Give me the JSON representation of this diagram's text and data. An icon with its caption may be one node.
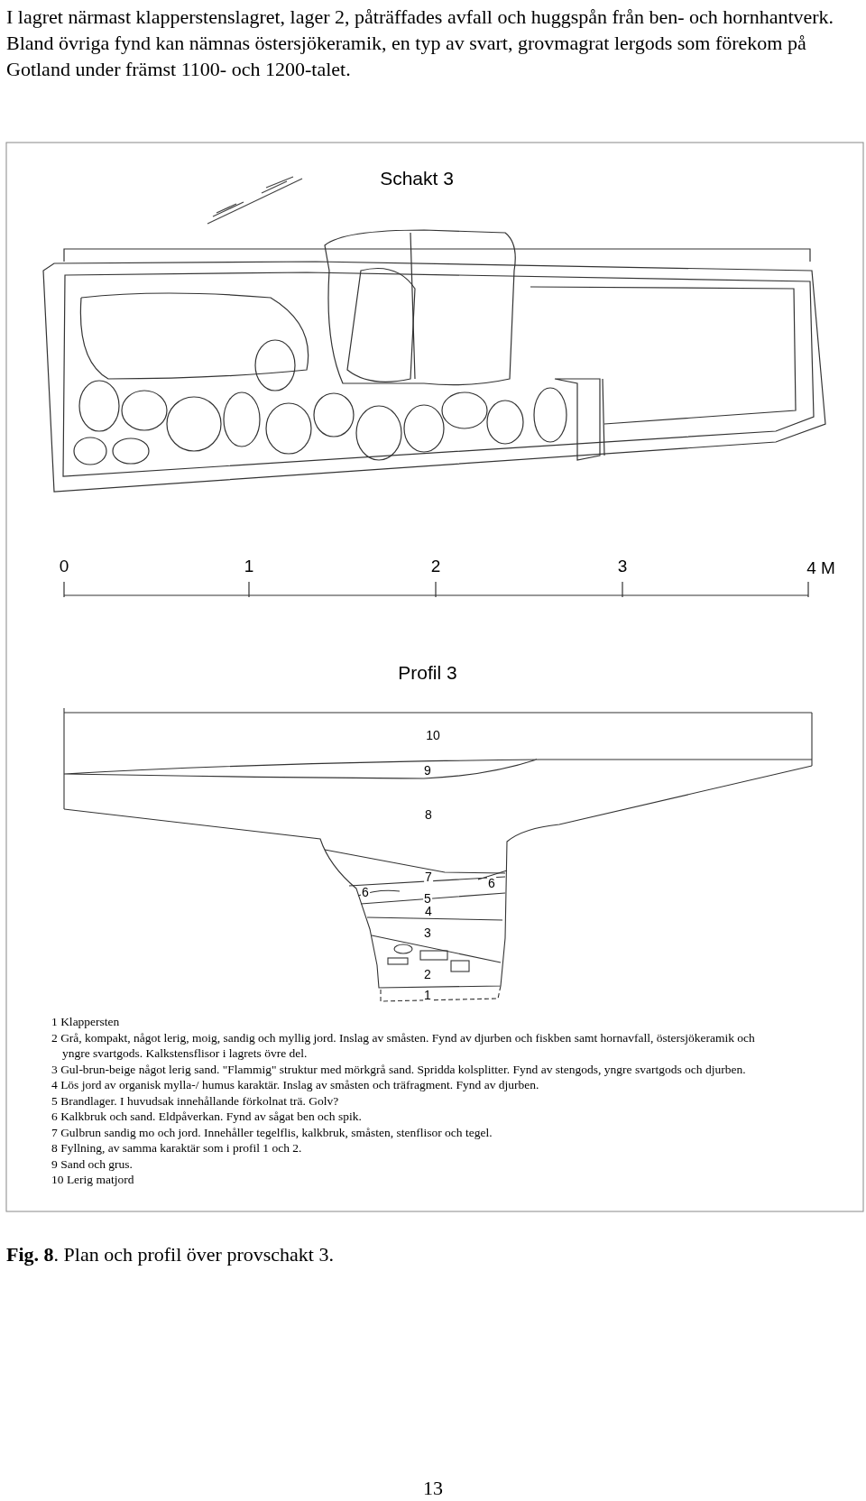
{
  "diagram": {
    "caption": "**Fig. 8**. Plan och profil över provschakt 3.",
    "labels": [
      "I lagret närmast klapperstenslagret, lager 2, påträffades avfall och huggspån från ben- och hornhantverk. Bland övriga fynd kan nämnas östersjökeramik, en typ av svart, grovmagrat lergods som förekom på Gotland under främst 1100- och 1200-talet.",
      "Schakt 3",
      "0",
      "1",
      "2",
      "3",
      "4 M",
      "Profil 3",
      "10",
      "9",
      "8",
      "7",
      "6",
      "6",
      "5",
      "4",
      "3",
      "2",
      "1",
      "1 Klappersten",
      "2 Grå, kompakt, något lerig, moig, sandig och myllig jord. Inslag av småsten. Fynd av djurben och fiskben samt hornavfall, östersjökeramik och yngre svartgods. Kalkstensflisor i lagrets övre del.",
      "3 Gul-brun-beige något lerig sand. \"Flammig\" struktur med mörkgrå sand. Spridda kolsplitter. Fynd av stengods, yngre svartgods och djurben.",
      "4 Lös jord av organisk mylla-/ humus karaktär. Inslag av småsten och träfragment. Fynd av djurben.",
      "5 Brandlager. I huvudsak innehållande förkolnat trä. Golv?",
      "6 Kalkbruk och sand. Eldpåverkan. Fynd av sågat ben och spik.",
      "7 Gulbrun sandig mo och jord. Innehåller tegelflis, kalkbruk, småsten, stenflisor och tegel.",
      "8 Fyllning, av samma karaktär som i profil 1 och 2.",
      "9 Sand och grus.",
      "10 Lerig matjord",
      "13"
    ]
  }
}
